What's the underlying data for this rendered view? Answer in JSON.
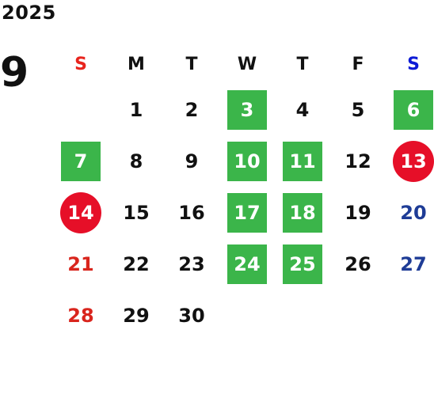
{
  "calendar": {
    "year": "2025",
    "month": "9",
    "weekdays": [
      "S",
      "M",
      "T",
      "W",
      "T",
      "F",
      "S"
    ],
    "weeks": [
      [
        null,
        {
          "d": "1"
        },
        {
          "d": "2"
        },
        {
          "d": "3",
          "hl": true
        },
        {
          "d": "4"
        },
        {
          "d": "5"
        },
        {
          "d": "6",
          "hl": true
        }
      ],
      [
        {
          "d": "7",
          "hl": true
        },
        {
          "d": "8"
        },
        {
          "d": "9"
        },
        {
          "d": "10",
          "hl": true
        },
        {
          "d": "11",
          "hl": true
        },
        {
          "d": "12"
        },
        {
          "d": "13",
          "hol": true
        }
      ],
      [
        {
          "d": "14",
          "hol": true
        },
        {
          "d": "15"
        },
        {
          "d": "16"
        },
        {
          "d": "17",
          "hl": true
        },
        {
          "d": "18",
          "hl": true
        },
        {
          "d": "19"
        },
        {
          "d": "20"
        }
      ],
      [
        {
          "d": "21"
        },
        {
          "d": "22"
        },
        {
          "d": "23"
        },
        {
          "d": "24",
          "hl": true
        },
        {
          "d": "25",
          "hl": true
        },
        {
          "d": "26"
        },
        {
          "d": "27"
        }
      ],
      [
        {
          "d": "28"
        },
        {
          "d": "29"
        },
        {
          "d": "30"
        },
        null,
        null,
        null,
        null
      ]
    ]
  },
  "colors": {
    "highlight_green": "#3bb54a",
    "holiday_red": "#e60f28",
    "sunday_red": "#d9251d",
    "saturday_blue": "#1e3c96",
    "weekday_sat_header_blue": "#0d1bd6"
  }
}
